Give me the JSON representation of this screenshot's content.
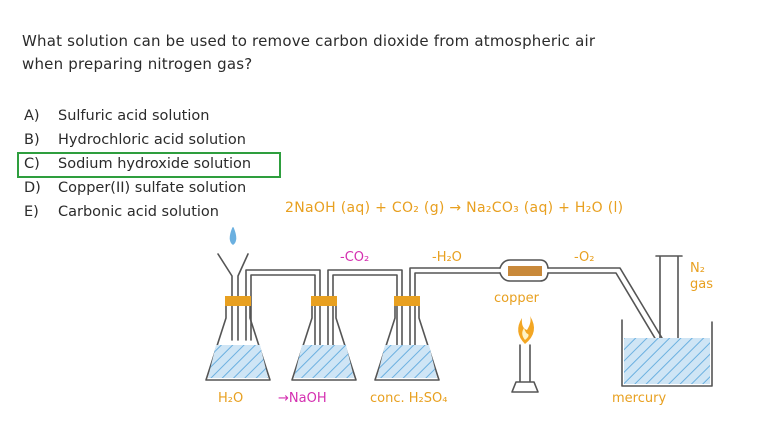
{
  "question": {
    "line1": "What solution can be used to remove carbon dioxide from atmospheric air",
    "line2": "when preparing nitrogen gas?"
  },
  "options": [
    {
      "letter": "A)",
      "text": "Sulfuric acid solution"
    },
    {
      "letter": "B)",
      "text": "Hydrochloric acid solution"
    },
    {
      "letter": "C)",
      "text": "Sodium hydroxide solution"
    },
    {
      "letter": "D)",
      "text": "Copper(II) sulfate solution"
    },
    {
      "letter": "E)",
      "text": "Carbonic acid solution"
    }
  ],
  "correct_option": "C",
  "equation": "2NaOH (aq) + CO₂ (g) → Na₂CO₃ (aq) + H₂O (l)",
  "diagram": {
    "removal_labels": {
      "co2": "-CO₂",
      "h2o": "-H₂O",
      "o2": "-O₂"
    },
    "flask_labels": {
      "water": "H₂O",
      "naoh": "→NaOH",
      "acid": "conc. H₂SO₄"
    },
    "copper": "copper",
    "mercury": "mercury",
    "gas_label_line1": "N₂",
    "gas_label_line2": "gas"
  },
  "colors": {
    "text": "#2b2b2b",
    "highlight_box": "#2e9e3e",
    "orange_labels": "#e8a020",
    "magenta_labels": "#d42fb0",
    "liquid": "#6bb0e0",
    "stopper": "#e8a020",
    "flame_outer": "#f3a623"
  }
}
